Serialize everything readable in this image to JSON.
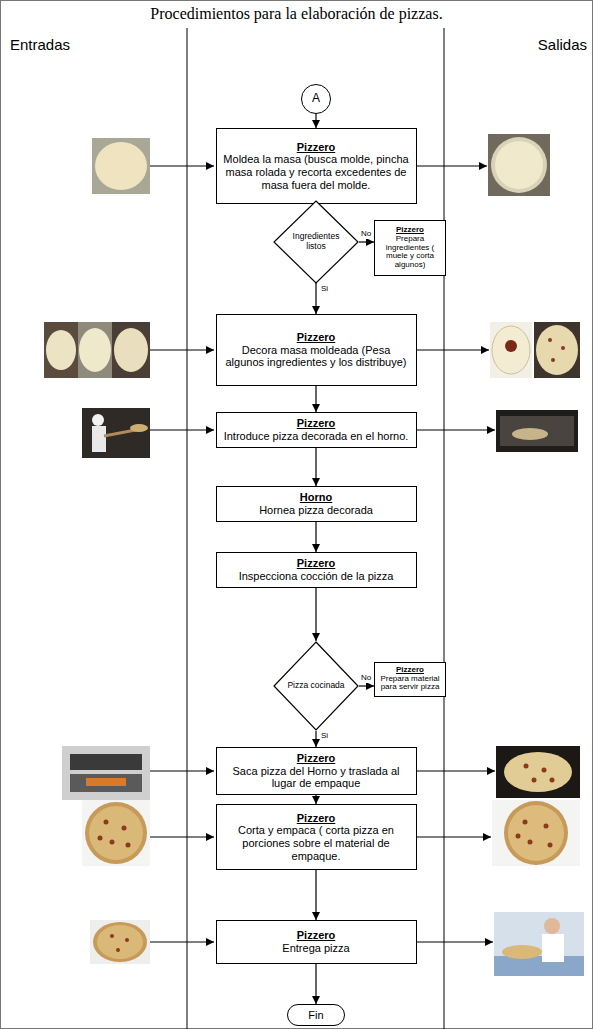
{
  "diagram": {
    "title": "Procedimientos para la elaboración de pizzas.",
    "nodes": [
      {
        "text": [
          "A"
        ]
      },
      {
        "text": [
          "Pizzero",
          "Moldea la masa (busca molde, pincha masa rolada y recorta excedentes de masa fuera del molde."
        ]
      },
      {
        "text": [
          "Ingredientes listos"
        ]
      },
      {
        "text": [
          "Pizzero",
          "Prepara ingredientes ( muele y corta algunos)"
        ]
      },
      {
        "text": [
          "Pizzero",
          "Decora masa moldeada (Pesa algunos ingredientes y los distribuye)"
        ]
      },
      {
        "text": [
          "Pizzero",
          "Introduce pizza decorada en el horno."
        ]
      },
      {
        "text": [
          "Horno",
          "Hornea pizza decorada"
        ]
      },
      {
        "text": [
          "Pizzero",
          "Inspecciona cocción de la pizza"
        ]
      },
      {
        "text": [
          "Pizza cocinada"
        ]
      },
      {
        "text": [
          "Pizzero",
          "Prepara material para servir pizza"
        ]
      },
      {
        "text": [
          "Pizzero",
          "Saca pizza del Horno y traslada al lugar de empaque"
        ]
      },
      {
        "text": [
          "Pizzero",
          "Corta y empaca ( corta pizza en porciones sobre el material de empaque."
        ]
      },
      {
        "text": [
          "Pizzero",
          "Entrega pizza"
        ]
      },
      {
        "text": [
          "Fin"
        ]
      }
    ],
    "edges": [
      {
        "from": 0,
        "to": 1,
        "arrow": "to"
      },
      {
        "from": 1,
        "to": 2,
        "arrow": "to"
      },
      {
        "from": 2,
        "to": 3,
        "label": "No",
        "arrow": "to"
      },
      {
        "from": 2,
        "to": 4,
        "label": "Si",
        "arrow": "to"
      },
      {
        "from": 4,
        "to": 5,
        "arrow": "to"
      },
      {
        "from": 5,
        "to": 6,
        "arrow": "to"
      },
      {
        "from": 6,
        "to": 7,
        "arrow": "to"
      },
      {
        "from": 7,
        "to": 8,
        "arrow": "to"
      },
      {
        "from": 8,
        "to": 9,
        "label": "No",
        "arrow": "to"
      },
      {
        "from": 8,
        "to": 10,
        "label": "Si",
        "arrow": "to"
      },
      {
        "from": 10,
        "to": 11,
        "arrow": "to"
      },
      {
        "from": 11,
        "to": 12,
        "arrow": "to"
      },
      {
        "from": 12,
        "to": 13,
        "arrow": "to"
      }
    ],
    "labels": [
      "Entradas",
      "Salidas"
    ]
  }
}
